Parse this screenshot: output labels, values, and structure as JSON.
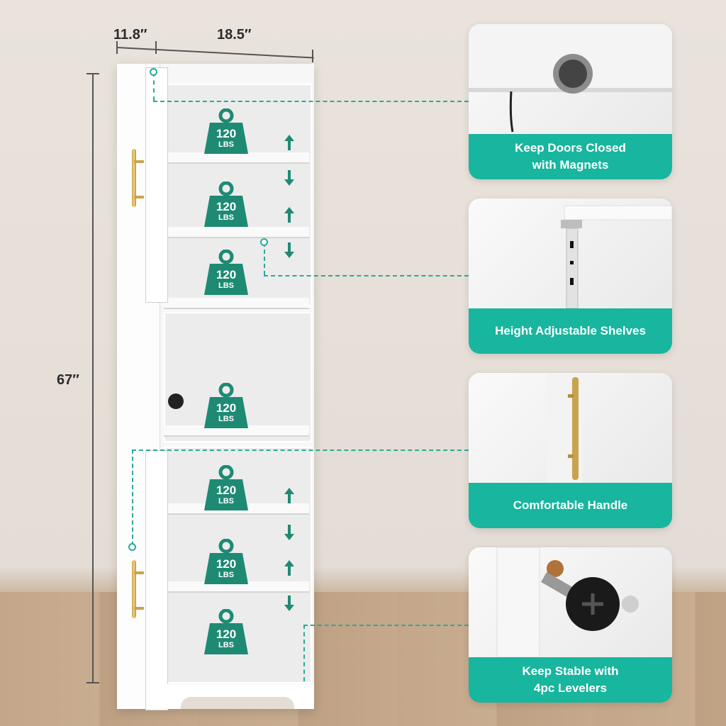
{
  "dimensions": {
    "depth": "11.8″",
    "width": "18.5″",
    "height": "67″"
  },
  "weight_badge": {
    "value": "120",
    "unit": "LBS"
  },
  "features": [
    {
      "caption_line1": "Keep Doors Closed",
      "caption_line2": "with Magnets",
      "icon": "magnet-icon"
    },
    {
      "caption_line1": "Height Adjustable Shelves",
      "caption_line2": "",
      "icon": "shelf-bracket-icon"
    },
    {
      "caption_line1": "Comfortable Handle",
      "caption_line2": "",
      "icon": "handle-icon"
    },
    {
      "caption_line1": "Keep Stable with",
      "caption_line2": "4pc Levelers",
      "icon": "leveler-icon"
    }
  ],
  "colors": {
    "accent": "#18b59f",
    "badge": "#1e8a73",
    "handle_gold": "#c9a34e"
  }
}
